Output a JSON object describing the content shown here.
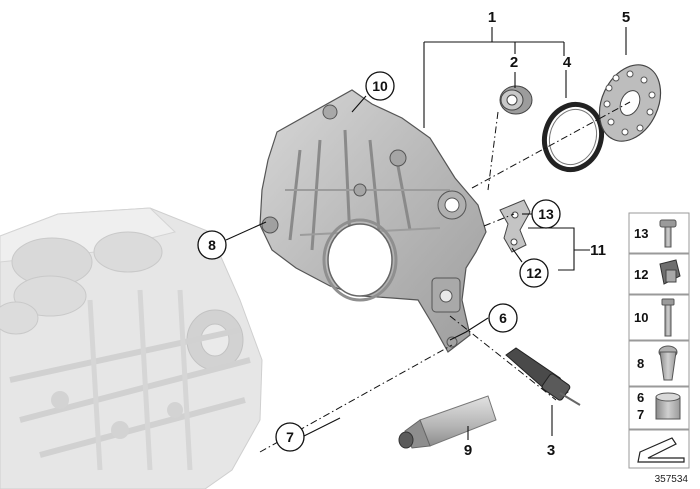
{
  "callouts": {
    "c1": "1",
    "c2": "2",
    "c3": "3",
    "c4": "4",
    "c5": "5",
    "c6": "6",
    "c7": "7",
    "c8": "8",
    "c9": "9",
    "c10": "10",
    "c11": "11",
    "c12": "12",
    "c13": "13"
  },
  "side_panel": {
    "row1": "13",
    "row2": "12",
    "row3": "10",
    "row4": "8",
    "row5a": "6",
    "row5b": "7"
  },
  "diagram_number": "357534",
  "colors": {
    "part_gray": "#bdbdbd",
    "block_gray": "#e4e4e4",
    "line": "#111111"
  }
}
